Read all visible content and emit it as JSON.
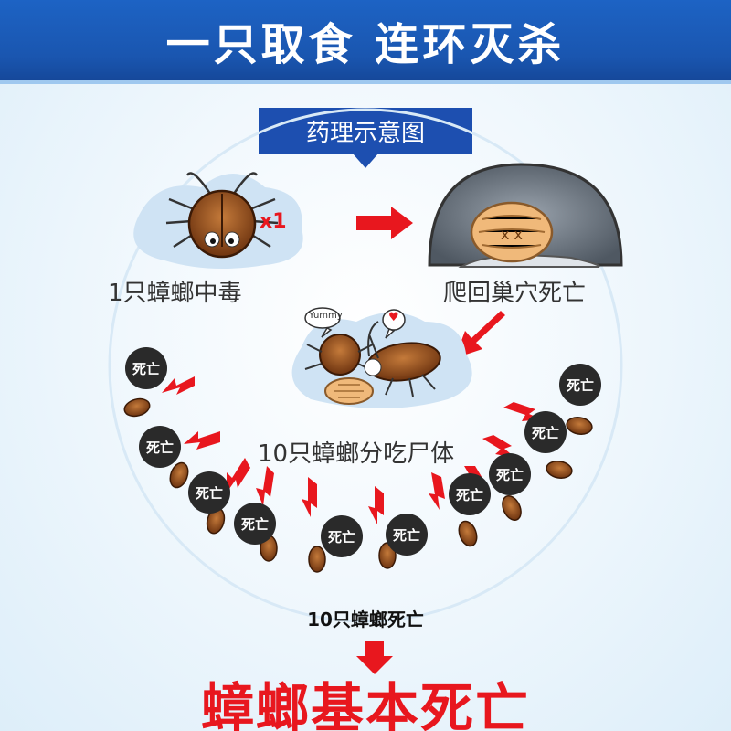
{
  "header": {
    "title": "一只取食 连环灭杀"
  },
  "badge": {
    "label": "药理示意图"
  },
  "steps": {
    "step1": {
      "caption": "1只蟑螂中毒",
      "count": "x1"
    },
    "step2": {
      "caption": "爬回巢穴死亡"
    },
    "step3": {
      "caption": "10只蟑螂分吃尸体",
      "bubble_left": "Yummy",
      "bubble_right": "♥"
    }
  },
  "death_label": "死亡",
  "death_count": "10只蟑螂死亡",
  "result": "蟑螂基本死亡",
  "colors": {
    "header_blue": "#1a56b0",
    "arrow_red": "#e8171e",
    "cockroach_brown": "#8a4a1c"
  }
}
